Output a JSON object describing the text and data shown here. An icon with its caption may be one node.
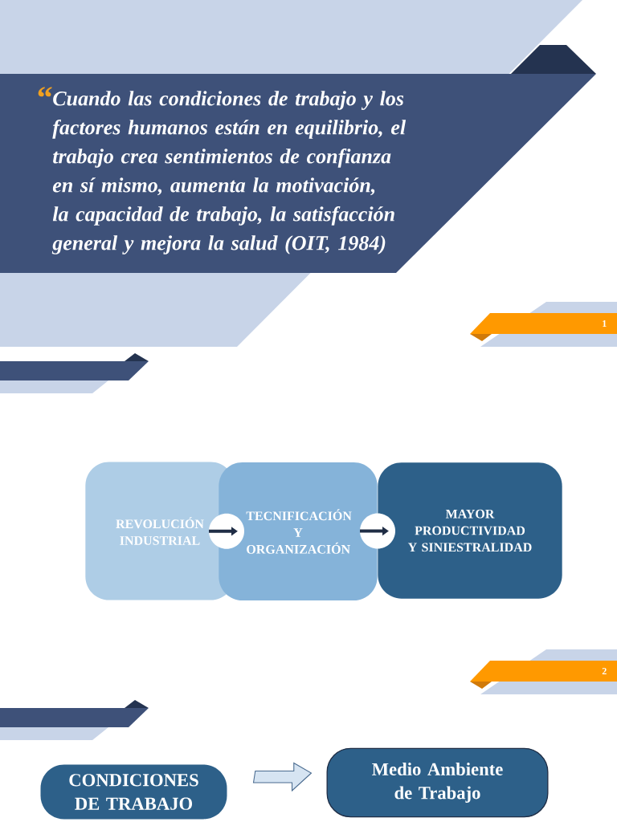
{
  "diagram": {
    "nodes": [
      {
        "text": [
          "Cuando las condiciones de trabajo y los factores humanos están en equilibrio, el trabajo crea sentimientos de confianza en sí mismo, aumenta la motivación, la capacidad de trabajo, la satisfacción general y mejora la salud (OIT, 1984)"
        ]
      },
      {
        "text": [
          "1"
        ]
      },
      {
        "text": [
          "REVOLUCIÓN INDUSTRIAL"
        ]
      },
      {
        "text": [
          "TECNIFICACIÓN Y ORGANIZACIÓN"
        ]
      },
      {
        "text": [
          "MAYOR PRODUCTIVIDAD Y SINIESTRALIDAD"
        ]
      },
      {
        "text": [
          "2"
        ]
      },
      {
        "text": [
          "CONDICIONES DE TRABAJO"
        ]
      },
      {
        "text": [
          "Medio Ambiente de Trabajo"
        ]
      }
    ],
    "edges": [
      {
        "from": 2,
        "to": 3,
        "arrow": "to"
      },
      {
        "from": 3,
        "to": 4,
        "arrow": "to"
      },
      {
        "from": 6,
        "to": 7,
        "arrow": "to",
        "style": "thick"
      }
    ],
    "labels": [
      "“"
    ]
  }
}
